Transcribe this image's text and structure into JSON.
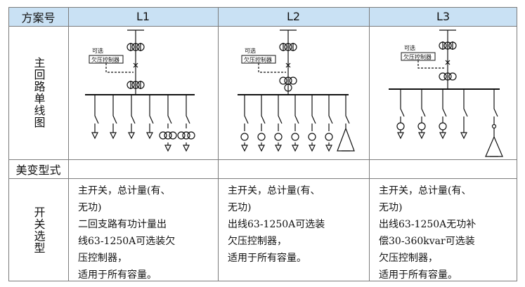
{
  "header": {
    "row_label": "方案号",
    "columns": [
      "L1",
      "L2",
      "L3"
    ]
  },
  "rows": {
    "main_circuit_label": "主回路单线图",
    "beautiful_transform_label": "美变型式",
    "switch_selection_label": "开关选型"
  },
  "diagram_labels": {
    "optional": "可选",
    "undervoltage_controller": "欠压控制器"
  },
  "descriptions": [
    {
      "lines": [
        "主开关，总计量(有、",
        "无功)",
        "二回支路有功计量出",
        "线63-1250A可选装欠",
        "压控制器，",
        "适用于所有容量。"
      ]
    },
    {
      "lines": [
        "主开关，总计量(有、",
        "无功)",
        "出线63-1250A可选装",
        "欠压控制器，",
        "适用于所有容量。"
      ]
    },
    {
      "lines": [
        "主开关，总计量(有、",
        "无功)",
        "出线63-1250A无功补",
        "偿30-360kvar可选装",
        "欠压控制器，",
        "适用于所有容量。"
      ]
    }
  ],
  "colors": {
    "header_bg": "#c9e1f4",
    "grid_line": "#7c7c7c"
  }
}
